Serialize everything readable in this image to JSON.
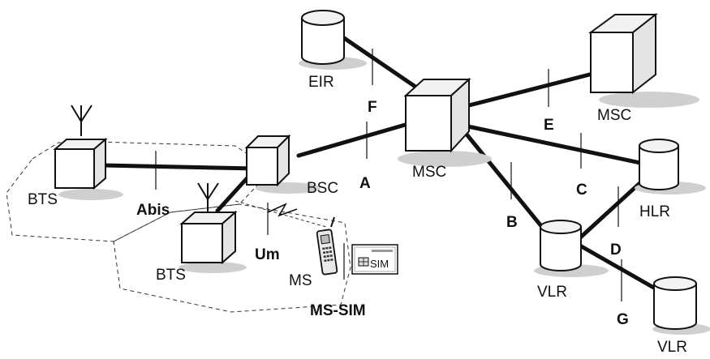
{
  "nodes": {
    "eir": "EIR",
    "msc_center": "MSC",
    "msc_remote": "MSC",
    "bsc": "BSC",
    "bts_left": "BTS",
    "bts_lower": "BTS",
    "hlr": "HLR",
    "vlr_mid": "VLR",
    "vlr_low": "VLR",
    "ms": "MS"
  },
  "interfaces": {
    "f": "F",
    "e": "E",
    "a": "A",
    "b": "B",
    "c": "C",
    "d": "D",
    "g": "G",
    "abis": "Abis",
    "um": "Um",
    "ms_sim": "MS-SIM"
  },
  "sim_card": {
    "label": "SIM"
  }
}
